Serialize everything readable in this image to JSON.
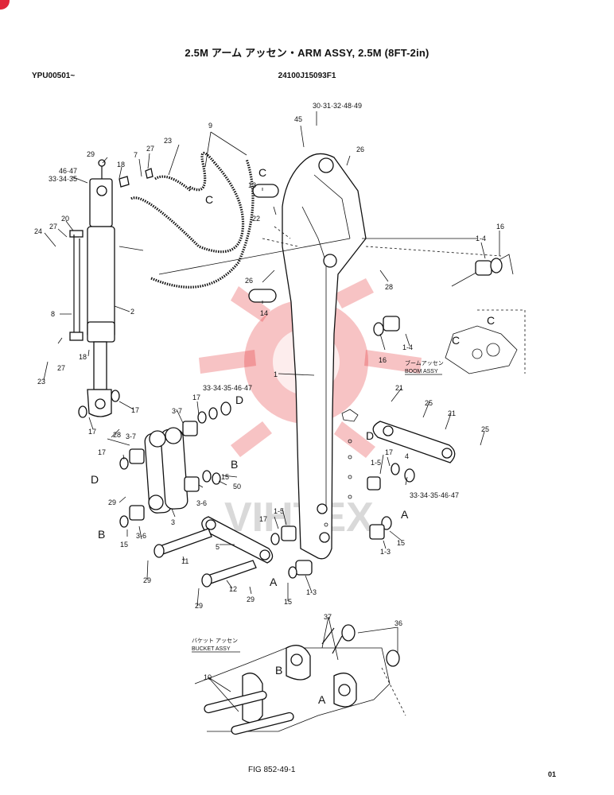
{
  "header": {
    "title": "2.5M アーム アッセン・ARM ASSY, 2.5M (8FT-2in)",
    "serial_range": "YPU00501~",
    "part_number": "24100J15093F1"
  },
  "footer": {
    "figure": "FIG 852-49-1",
    "page_code": "01"
  },
  "watermark": {
    "text": "VIHTEX",
    "color": "#e3262b"
  },
  "assembly_labels": {
    "boom_jp": "ブームアッセン",
    "boom_en": "BOOM ASSY",
    "bucket_jp": "バケット アッセン",
    "bucket_en": "BUCKET ASSY"
  },
  "callouts": [
    {
      "id": "c1",
      "text": "30·31·32·48·49"
    },
    {
      "id": "c2",
      "text": "45"
    },
    {
      "id": "c3",
      "text": "26"
    },
    {
      "id": "c4",
      "text": "9"
    },
    {
      "id": "c5",
      "text": "23"
    },
    {
      "id": "c6",
      "text": "27"
    },
    {
      "id": "c7",
      "text": "7"
    },
    {
      "id": "c8",
      "text": "29"
    },
    {
      "id": "c9",
      "text": "18"
    },
    {
      "id": "c10",
      "text": "46·47"
    },
    {
      "id": "c11",
      "text": "33·34·35"
    },
    {
      "id": "c12",
      "text": "13"
    },
    {
      "id": "c13",
      "text": "22"
    },
    {
      "id": "c14",
      "text": "20"
    },
    {
      "id": "c15",
      "text": "27"
    },
    {
      "id": "c16",
      "text": "24"
    },
    {
      "id": "c17",
      "text": "1-4"
    },
    {
      "id": "c18",
      "text": "16"
    },
    {
      "id": "c19",
      "text": "26"
    },
    {
      "id": "c20",
      "text": "28"
    },
    {
      "id": "c21",
      "text": "14"
    },
    {
      "id": "c22",
      "text": "8"
    },
    {
      "id": "c23",
      "text": "2"
    },
    {
      "id": "c24",
      "text": "1-4"
    },
    {
      "id": "c25",
      "text": "16"
    },
    {
      "id": "c26",
      "text": "27"
    },
    {
      "id": "c27",
      "text": "18"
    },
    {
      "id": "c28",
      "text": "23"
    },
    {
      "id": "c29",
      "text": "1"
    },
    {
      "id": "c30",
      "text": "33·34·35·46·47"
    },
    {
      "id": "c31",
      "text": "17"
    },
    {
      "id": "c32",
      "text": "17"
    },
    {
      "id": "c33",
      "text": "3-7"
    },
    {
      "id": "c34",
      "text": "17"
    },
    {
      "id": "c35",
      "text": "28"
    },
    {
      "id": "c36",
      "text": "3-7"
    },
    {
      "id": "c37",
      "text": "21"
    },
    {
      "id": "c38",
      "text": "25"
    },
    {
      "id": "c39",
      "text": "21"
    },
    {
      "id": "c40",
      "text": "25"
    },
    {
      "id": "c41",
      "text": "17"
    },
    {
      "id": "c42",
      "text": "15"
    },
    {
      "id": "c43",
      "text": "50"
    },
    {
      "id": "c44",
      "text": "29"
    },
    {
      "id": "c45",
      "text": "3-6"
    },
    {
      "id": "c46",
      "text": "1-5"
    },
    {
      "id": "c47",
      "text": "17"
    },
    {
      "id": "c48",
      "text": "4"
    },
    {
      "id": "c49",
      "text": "33·34·35·46·47"
    },
    {
      "id": "c50",
      "text": "3"
    },
    {
      "id": "c51",
      "text": "15"
    },
    {
      "id": "c52",
      "text": "3-6"
    },
    {
      "id": "c53",
      "text": "17"
    },
    {
      "id": "c54",
      "text": "1-5"
    },
    {
      "id": "c55",
      "text": "5"
    },
    {
      "id": "c56",
      "text": "1-3"
    },
    {
      "id": "c57",
      "text": "15"
    },
    {
      "id": "c58",
      "text": "11"
    },
    {
      "id": "c59",
      "text": "29"
    },
    {
      "id": "c60",
      "text": "12"
    },
    {
      "id": "c61",
      "text": "29"
    },
    {
      "id": "c62",
      "text": "29"
    },
    {
      "id": "c63",
      "text": "15"
    },
    {
      "id": "c64",
      "text": "1-3"
    },
    {
      "id": "c65",
      "text": "37"
    },
    {
      "id": "c66",
      "text": "36"
    },
    {
      "id": "c67",
      "text": "10"
    }
  ],
  "connection_letters": [
    {
      "id": "k1",
      "text": "C"
    },
    {
      "id": "k2",
      "text": "C"
    },
    {
      "id": "k3",
      "text": "C"
    },
    {
      "id": "k4",
      "text": "C"
    },
    {
      "id": "k5",
      "text": "D"
    },
    {
      "id": "k6",
      "text": "D"
    },
    {
      "id": "k7",
      "text": "D"
    },
    {
      "id": "k8",
      "text": "B"
    },
    {
      "id": "k9",
      "text": "B"
    },
    {
      "id": "k10",
      "text": "A"
    },
    {
      "id": "k11",
      "text": "A"
    },
    {
      "id": "k12",
      "text": "B"
    },
    {
      "id": "k13",
      "text": "A"
    }
  ]
}
